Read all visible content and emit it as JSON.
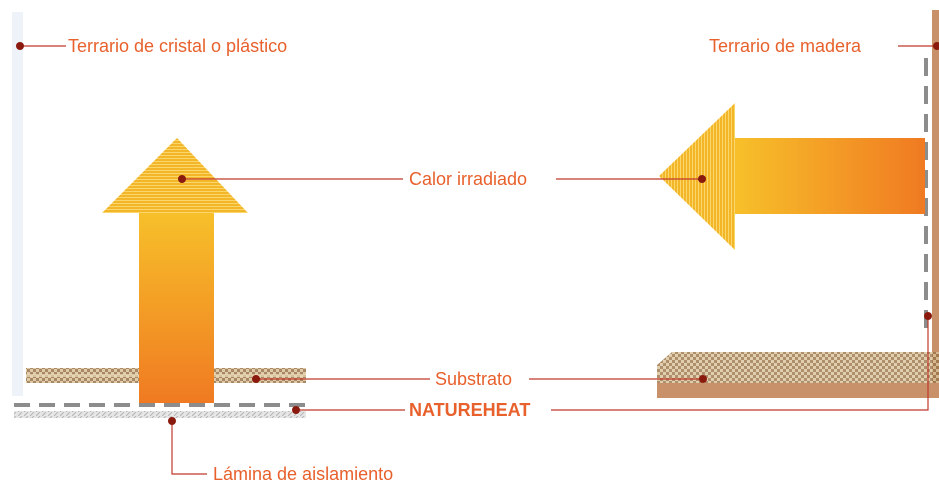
{
  "labels": {
    "glass_terrarium": "Terrario de cristal o plástico",
    "wood_terrarium": "Terrario de madera",
    "radiated_heat": "Calor irradiado",
    "substrate": "Substrato",
    "product": "NATUREHEAT",
    "insulation_sheet": "Lámina de aislamiento"
  },
  "colors": {
    "label_text": "#e8602c",
    "leader_line": "#c0392b",
    "dot": "#8b1a0e",
    "arrow_top": "#f5b731",
    "arrow_bottom": "#f07b22",
    "glass_wall": "#edf3f8",
    "wood": "#c8916a",
    "substrate": "#b08a5a",
    "heater_dash": "#8c8c8c",
    "insulation": "#c8c8c8"
  }
}
